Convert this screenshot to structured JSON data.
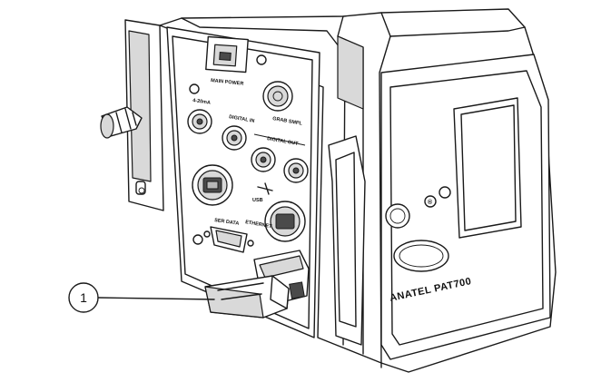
{
  "figure": {
    "callout_number": "1",
    "brand_label": "ANATEL PAT700",
    "panel_labels": {
      "main_power": "MAIN POWER",
      "analog_out": "4-20mA",
      "digital_in": "DIGITAL IN",
      "grab_sample": "GRAB SMPL",
      "digital_out": "DIGITAL OUT",
      "usb": "USB",
      "serial_data": "SER DATA",
      "ethernet": "ETHERNET"
    },
    "colors": {
      "line": "#1a1a1a",
      "shade": "#d9d9d9",
      "dark": "#4a4a4a",
      "background": "#ffffff"
    }
  }
}
